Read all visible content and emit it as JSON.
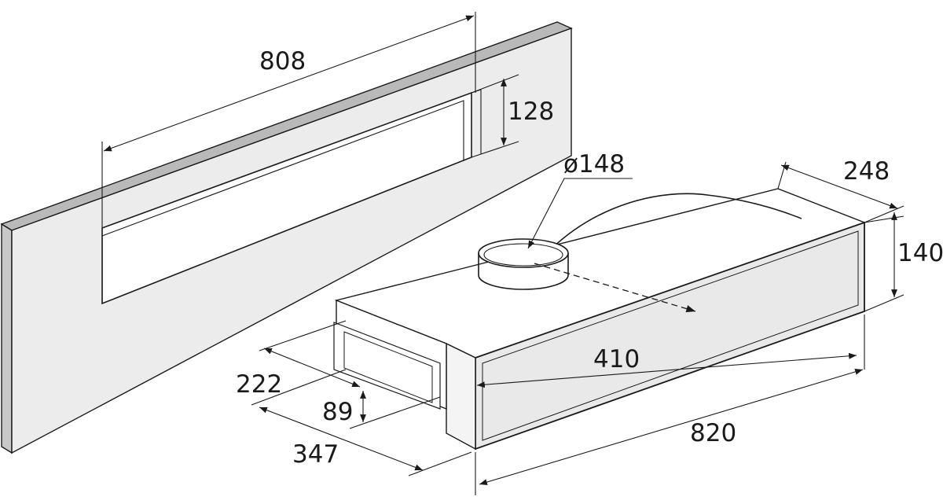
{
  "colors": {
    "line": "#1a1a1a",
    "panel_top": "#b9b9b9",
    "panel_face": "#ececec",
    "glass": "#e9e9e9"
  },
  "dimensions": {
    "panel_width": "808",
    "panel_slot_height": "128",
    "duct_diameter": "ø148",
    "hood_depth": "248",
    "hood_height": "140",
    "duct_offset": "410",
    "side_width": "222",
    "side_height": "89",
    "side_depth": "347",
    "hood_width": "820"
  }
}
